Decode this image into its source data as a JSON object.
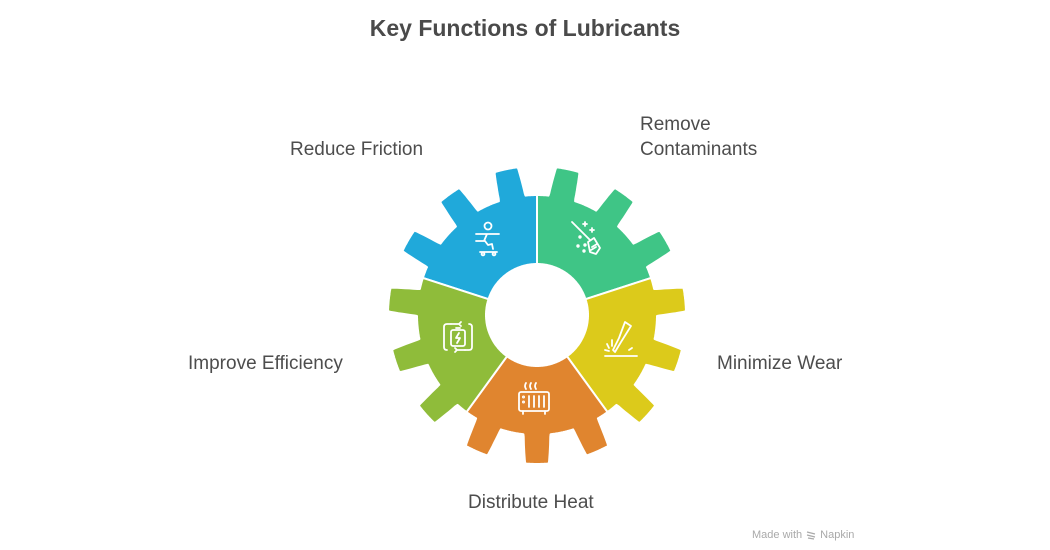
{
  "title": "Key Functions of Lubricants",
  "segments": [
    {
      "label": "Reduce Friction",
      "icon": "skateboarder-icon",
      "color": "#20A9DA"
    },
    {
      "label": "Remove Contaminants",
      "label_lines": [
        "Remove",
        "Contaminants"
      ],
      "icon": "broom-sparkle-icon",
      "color": "#3FC586"
    },
    {
      "label": "Minimize Wear",
      "icon": "knife-cut-icon",
      "color": "#DCCA1B"
    },
    {
      "label": "Distribute Heat",
      "icon": "radiator-heater-icon",
      "color": "#E0852F"
    },
    {
      "label": "Improve Efficiency",
      "icon": "battery-recycle-icon",
      "color": "#8FBC3A"
    }
  ],
  "footer": {
    "made_with": "Made with",
    "brand": "Napkin"
  }
}
